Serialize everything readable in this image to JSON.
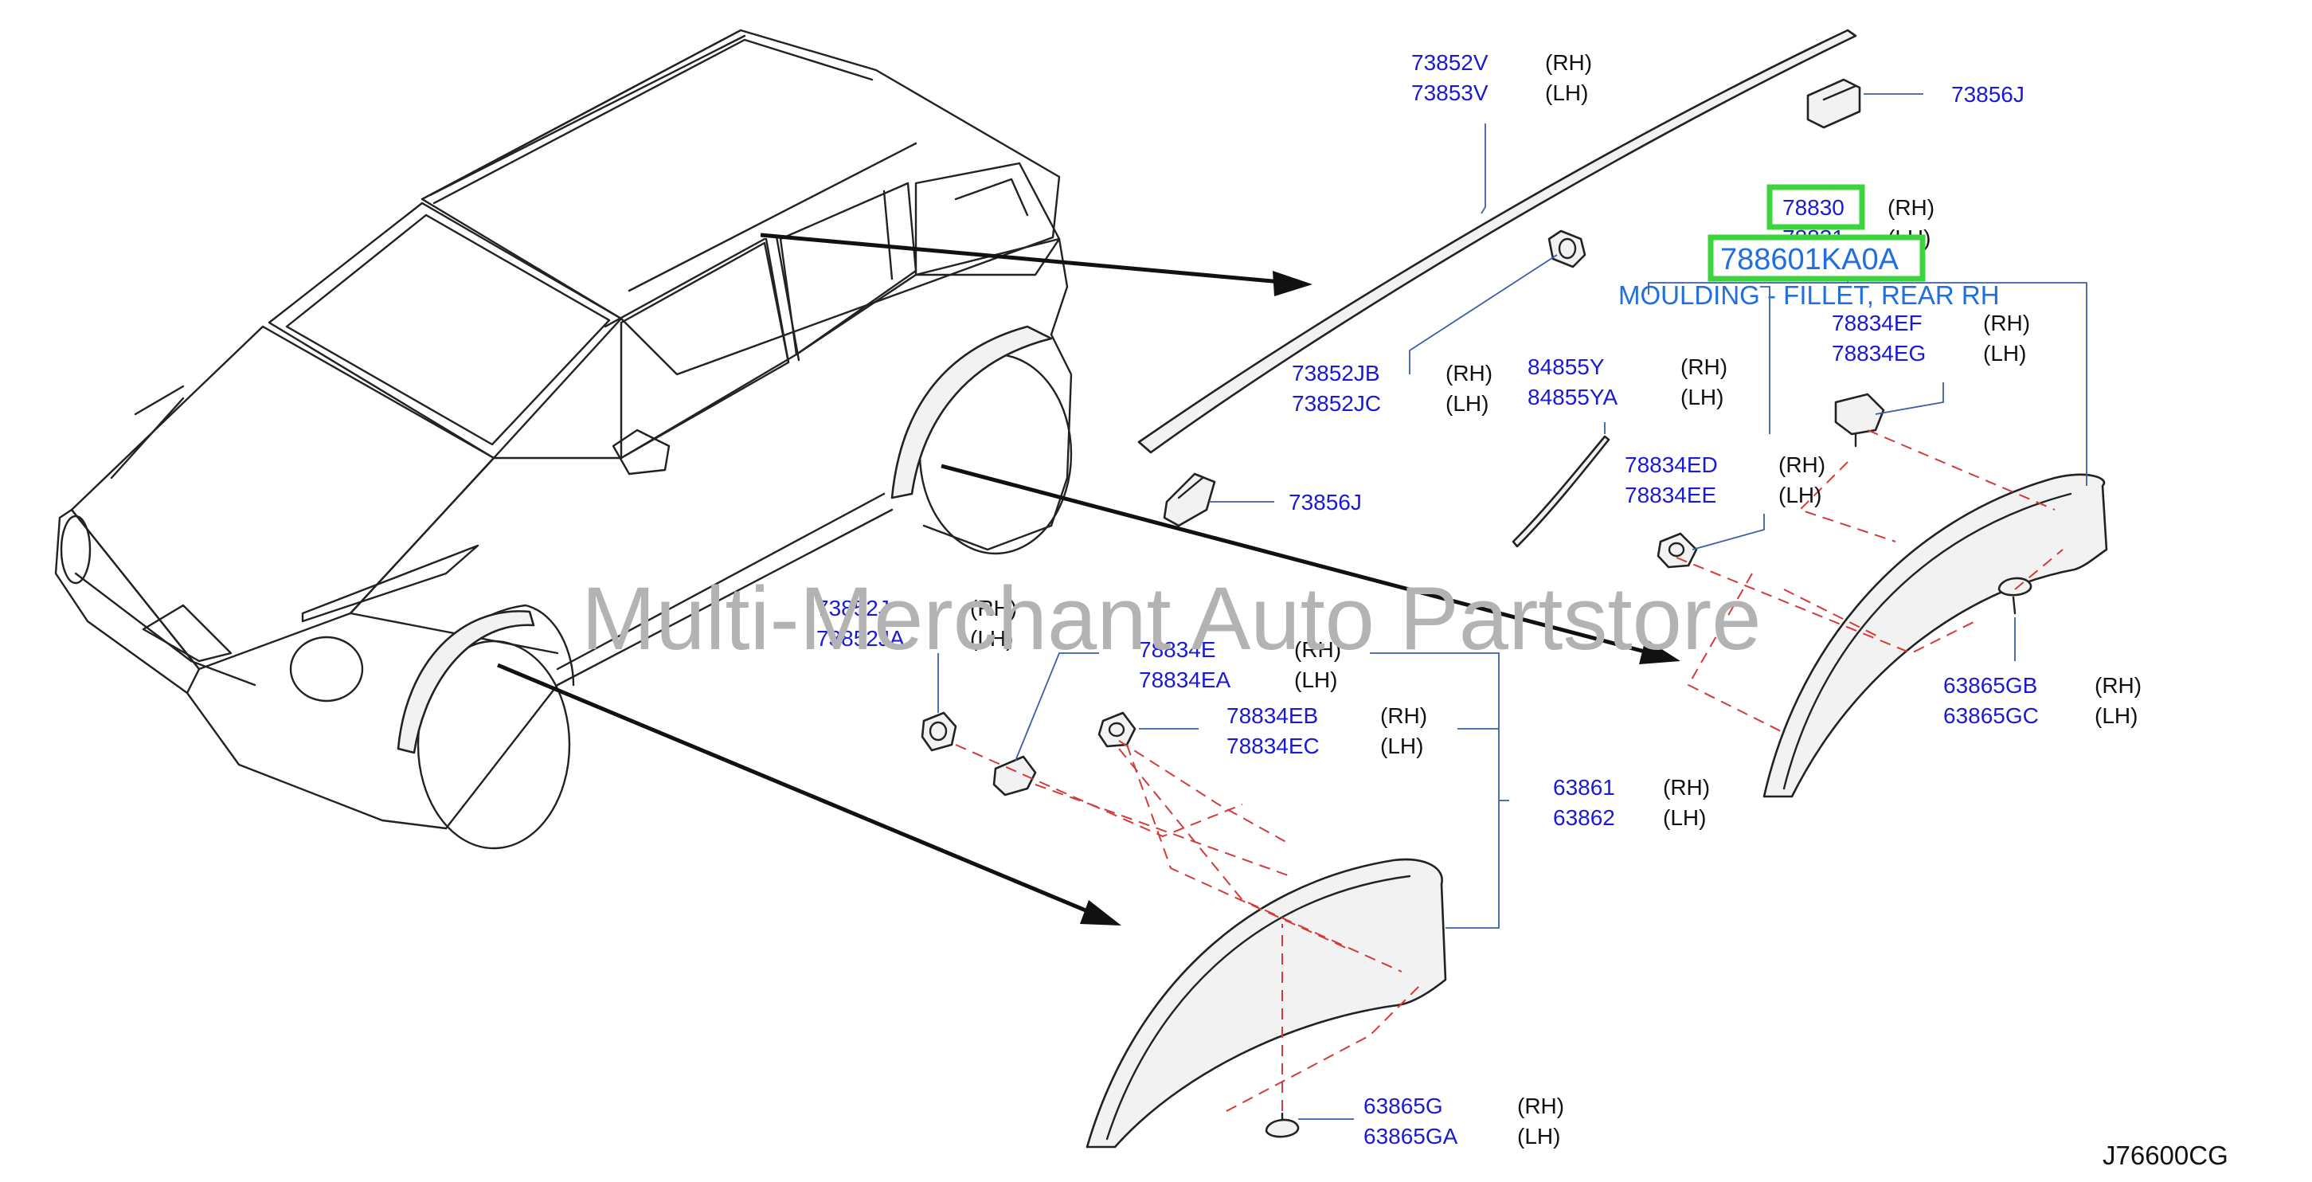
{
  "diagram": {
    "watermark": "Multi-Merchant Auto Partstore",
    "drawing_code": "J76600CG",
    "highlight": {
      "part_number": "788601KA0A",
      "part_name": "MOULDING - FILLET, REAR RH"
    },
    "callouts": [
      {
        "id": "c1",
        "part_numbers": [
          "73852V",
          "73853V"
        ],
        "sides": [
          "(RH)",
          "(LH)"
        ]
      },
      {
        "id": "c2",
        "part_numbers": [
          "73856J"
        ],
        "sides": []
      },
      {
        "id": "c3",
        "part_numbers": [
          "78830",
          "78831"
        ],
        "sides": [
          "(RH)",
          "(LH)"
        ]
      },
      {
        "id": "c4",
        "part_numbers": [
          "78834EF",
          "78834EG"
        ],
        "sides": [
          "(RH)",
          "(LH)"
        ]
      },
      {
        "id": "c5",
        "part_numbers": [
          "73852JB",
          "73852JC"
        ],
        "sides": [
          "(RH)",
          "(LH)"
        ]
      },
      {
        "id": "c6",
        "part_numbers": [
          "84855Y",
          "84855YA"
        ],
        "sides": [
          "(RH)",
          "(LH)"
        ]
      },
      {
        "id": "c7",
        "part_numbers": [
          "78834ED",
          "78834EE"
        ],
        "sides": [
          "(RH)",
          "(LH)"
        ]
      },
      {
        "id": "c8",
        "part_numbers": [
          "73856J"
        ],
        "sides": []
      },
      {
        "id": "c9",
        "part_numbers": [
          "63865GB",
          "63865GC"
        ],
        "sides": [
          "(RH)",
          "(LH)"
        ]
      },
      {
        "id": "c10",
        "part_numbers": [
          "73852J",
          "73852JA"
        ],
        "sides": [
          "(RH)",
          "(LH)"
        ]
      },
      {
        "id": "c11",
        "part_numbers": [
          "78834E",
          "78834EA"
        ],
        "sides": [
          "(RH)",
          "(LH)"
        ]
      },
      {
        "id": "c12",
        "part_numbers": [
          "78834EB",
          "78834EC"
        ],
        "sides": [
          "(RH)",
          "(LH)"
        ]
      },
      {
        "id": "c13",
        "part_numbers": [
          "63861",
          "63862"
        ],
        "sides": [
          "(RH)",
          "(LH)"
        ]
      },
      {
        "id": "c14",
        "part_numbers": [
          "63865G",
          "63865GA"
        ],
        "sides": [
          "(RH)",
          "(LH)"
        ]
      }
    ]
  }
}
